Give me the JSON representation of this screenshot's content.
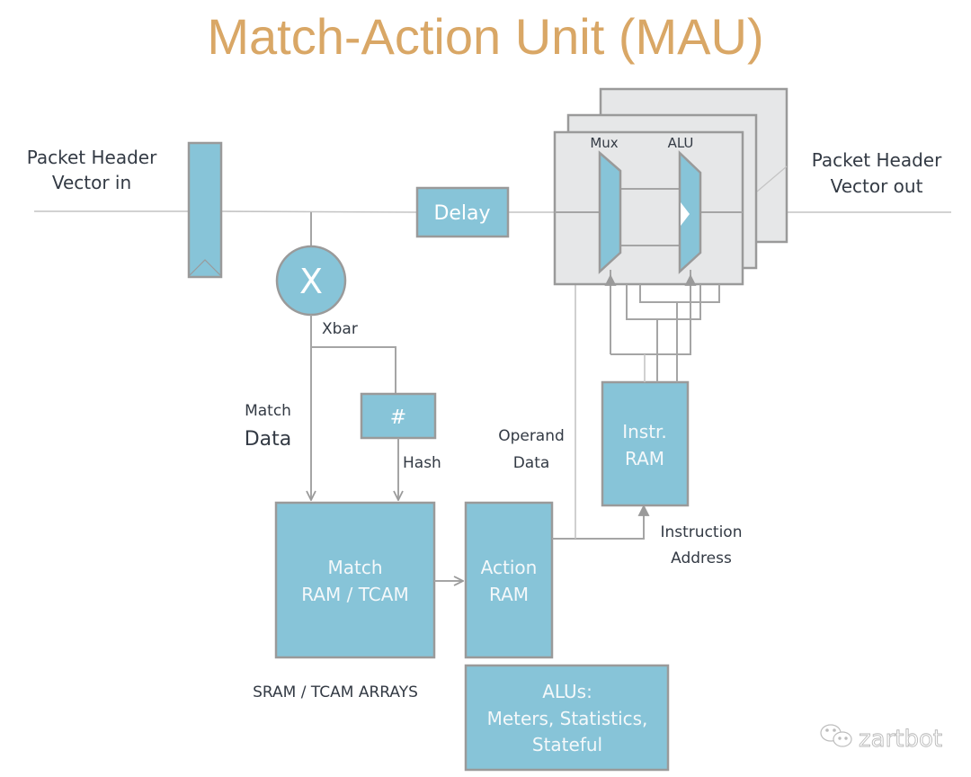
{
  "title": "Match-Action Unit (MAU)",
  "labels": {
    "phv_in_line1": "Packet Header",
    "phv_in_line2": "Vector in",
    "phv_out_line1": "Packet Header",
    "phv_out_line2": "Vector out",
    "mux": "Mux",
    "alu": "ALU",
    "xbar": "Xbar",
    "match_data_line1": "Match",
    "match_data_line2": "Data",
    "hash": "Hash",
    "operand_data_line1": "Operand",
    "operand_data_line2": "Data",
    "instruction_address_line1": "Instruction",
    "instruction_address_line2": "Address",
    "sram_tcam_arrays": "SRAM / TCAM ARRAYS"
  },
  "blocks": {
    "delay": "Delay",
    "crossbar_symbol": "X",
    "hash_symbol": "#",
    "match_ram_line1": "Match",
    "match_ram_line2": "RAM / TCAM",
    "action_ram_line1": "Action",
    "action_ram_line2": "RAM",
    "instr_ram_line1": "Instr.",
    "instr_ram_line2": "RAM",
    "alus_line1": "ALUs:",
    "alus_line2": "Meters, Statistics,",
    "alus_line3": "Stateful"
  },
  "colors": {
    "title": "#D9A766",
    "block_fill": "#87C4D8",
    "block_border": "#9A9A9A",
    "card_fill": "#E6E7E8",
    "wire": "#A5A5A5",
    "text": "#333A44"
  },
  "watermark": {
    "icon": "wechat-icon",
    "text": "zartbot"
  }
}
